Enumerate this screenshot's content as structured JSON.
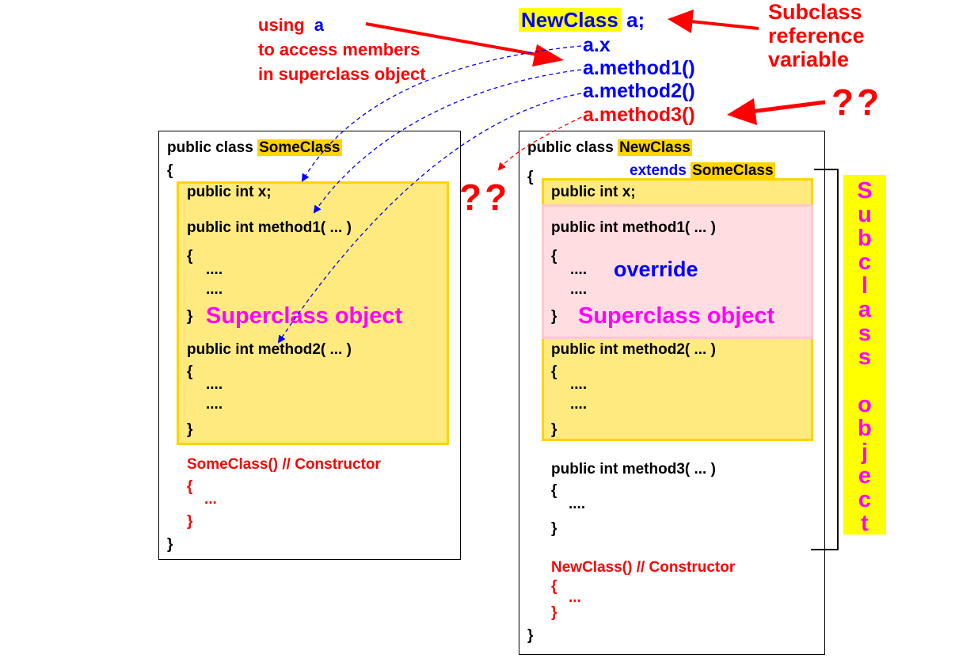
{
  "top_left_note": {
    "line1_prefix": "using",
    "line1_var": "a",
    "line2": "to access members",
    "line3": "in superclass object"
  },
  "declaration": {
    "type": "NewClass",
    "var": "a;"
  },
  "accesses": [
    "a.x",
    "a.method1()",
    "a.method2()",
    "a.method3()"
  ],
  "subclass_ref_note": [
    "Subclass",
    "reference",
    "variable"
  ],
  "question_marks": "??",
  "left_class": {
    "header_prefix": "public class",
    "header_name": "SomeClass",
    "open_brace": "{",
    "field": "public  int x;",
    "method1": "public int method1( ... )",
    "m1_open": "{",
    "dots1": "....",
    "dots2": "....",
    "m1_close": "}",
    "superclass_label": "Superclass object",
    "method2": "public int method2( ... )",
    "m2_open": "{",
    "dots3": "....",
    "dots4": "....",
    "m2_close": "}",
    "constructor": "SomeClass() // Constructor",
    "ctor_open": "{",
    "ctor_body": "...",
    "ctor_close": "}",
    "close_brace": "}"
  },
  "right_class": {
    "header_prefix": "public class",
    "header_name": "NewClass",
    "extends_kw": "extends",
    "extends_name": "SomeClass",
    "open_brace": "{",
    "field": "public  int x;",
    "method1": "public int method1( ... )",
    "m1_open": "{",
    "dots1": "....",
    "dots2": "....",
    "m1_close": "}",
    "override_label": "override",
    "superclass_label": "Superclass object",
    "method2": "public int method2( ... )",
    "m2_open": "{",
    "dots3": "....",
    "dots4": "....",
    "m2_close": "}",
    "method3": "public int method3( ... )",
    "m3_open": "{",
    "dots5": "....",
    "m3_close": "}",
    "constructor": "NewClass() // Constructor",
    "ctor_open": "{",
    "ctor_body": "...",
    "ctor_close": "}",
    "close_brace": "}"
  },
  "subclass_object_label": [
    "S",
    "u",
    "b",
    "c",
    "l",
    "a",
    "s",
    "s",
    "",
    "o",
    "b",
    "j",
    "e",
    "c",
    "t"
  ],
  "colors": {
    "red": "#ff0000",
    "blue": "#0000ff",
    "magenta": "#ff00ff",
    "yellow_fill": "#ffea80",
    "yellow_border": "#ffd400",
    "pink_fill": "#ffdde0",
    "highlight_yellow": "#ffff00"
  }
}
